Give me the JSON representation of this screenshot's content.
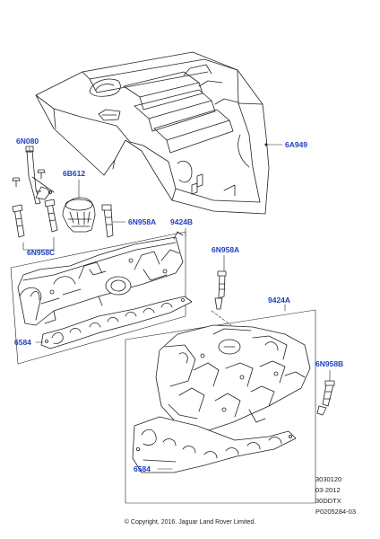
{
  "parts": {
    "p6N080": "6N080",
    "p6A949": "6A949",
    "p6B612": "6B612",
    "p6N958A_top": "6N958A",
    "p9424B": "9424B",
    "p6N958C": "6N958C",
    "p6N958A_right": "6N958A",
    "p6584_upper": "6584",
    "p9424A": "9424A",
    "p6N958B": "6N958B",
    "p6584_lower": "6584"
  },
  "reference": {
    "line1": "3030120",
    "line2": "03-2012",
    "line3": "30DDTX",
    "line4": "P0205284-03"
  },
  "copyright": "© Copyright, 2016. Jaguar Land Rover Limited.",
  "colors": {
    "label": "#1f3fbf",
    "line": "#222222"
  }
}
